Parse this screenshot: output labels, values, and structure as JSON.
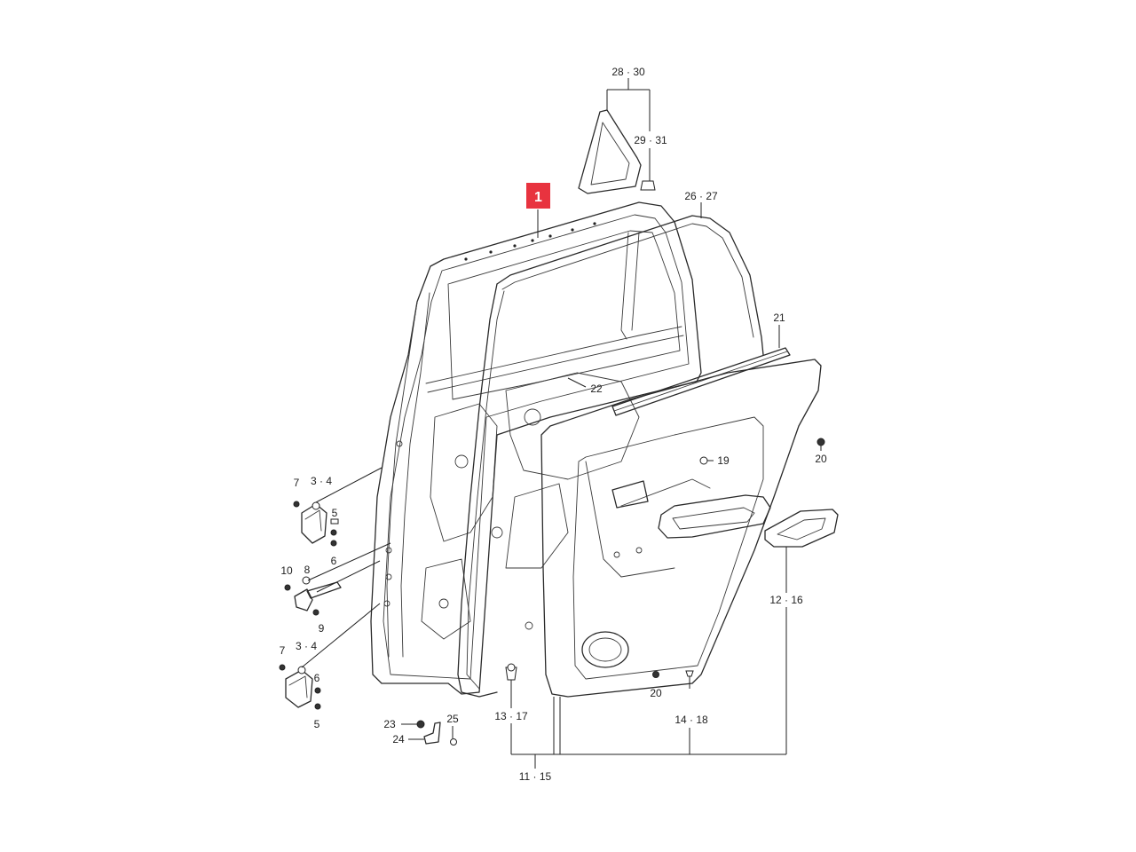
{
  "highlight_color": "#e8333f",
  "highlighted_callout": "1",
  "labels": {
    "c28_30": "28 · 30",
    "c29_31": "29 · 31",
    "c26_27": "26 · 27",
    "c21": "21",
    "c22": "22",
    "c19": "19",
    "c20a": "20",
    "c20b": "20",
    "c7a": "7",
    "c3_4a": "3 · 4",
    "c5a": "5",
    "c6a": "6",
    "c10": "10",
    "c8": "8",
    "c9": "9",
    "c7b": "7",
    "c3_4b": "3 · 4",
    "c6b": "6",
    "c5b": "5",
    "c12_16": "12 · 16",
    "c23": "23",
    "c24": "24",
    "c25": "25",
    "c13_17": "13 · 17",
    "c14_18": "14 · 18",
    "c11_15": "11 · 15"
  }
}
